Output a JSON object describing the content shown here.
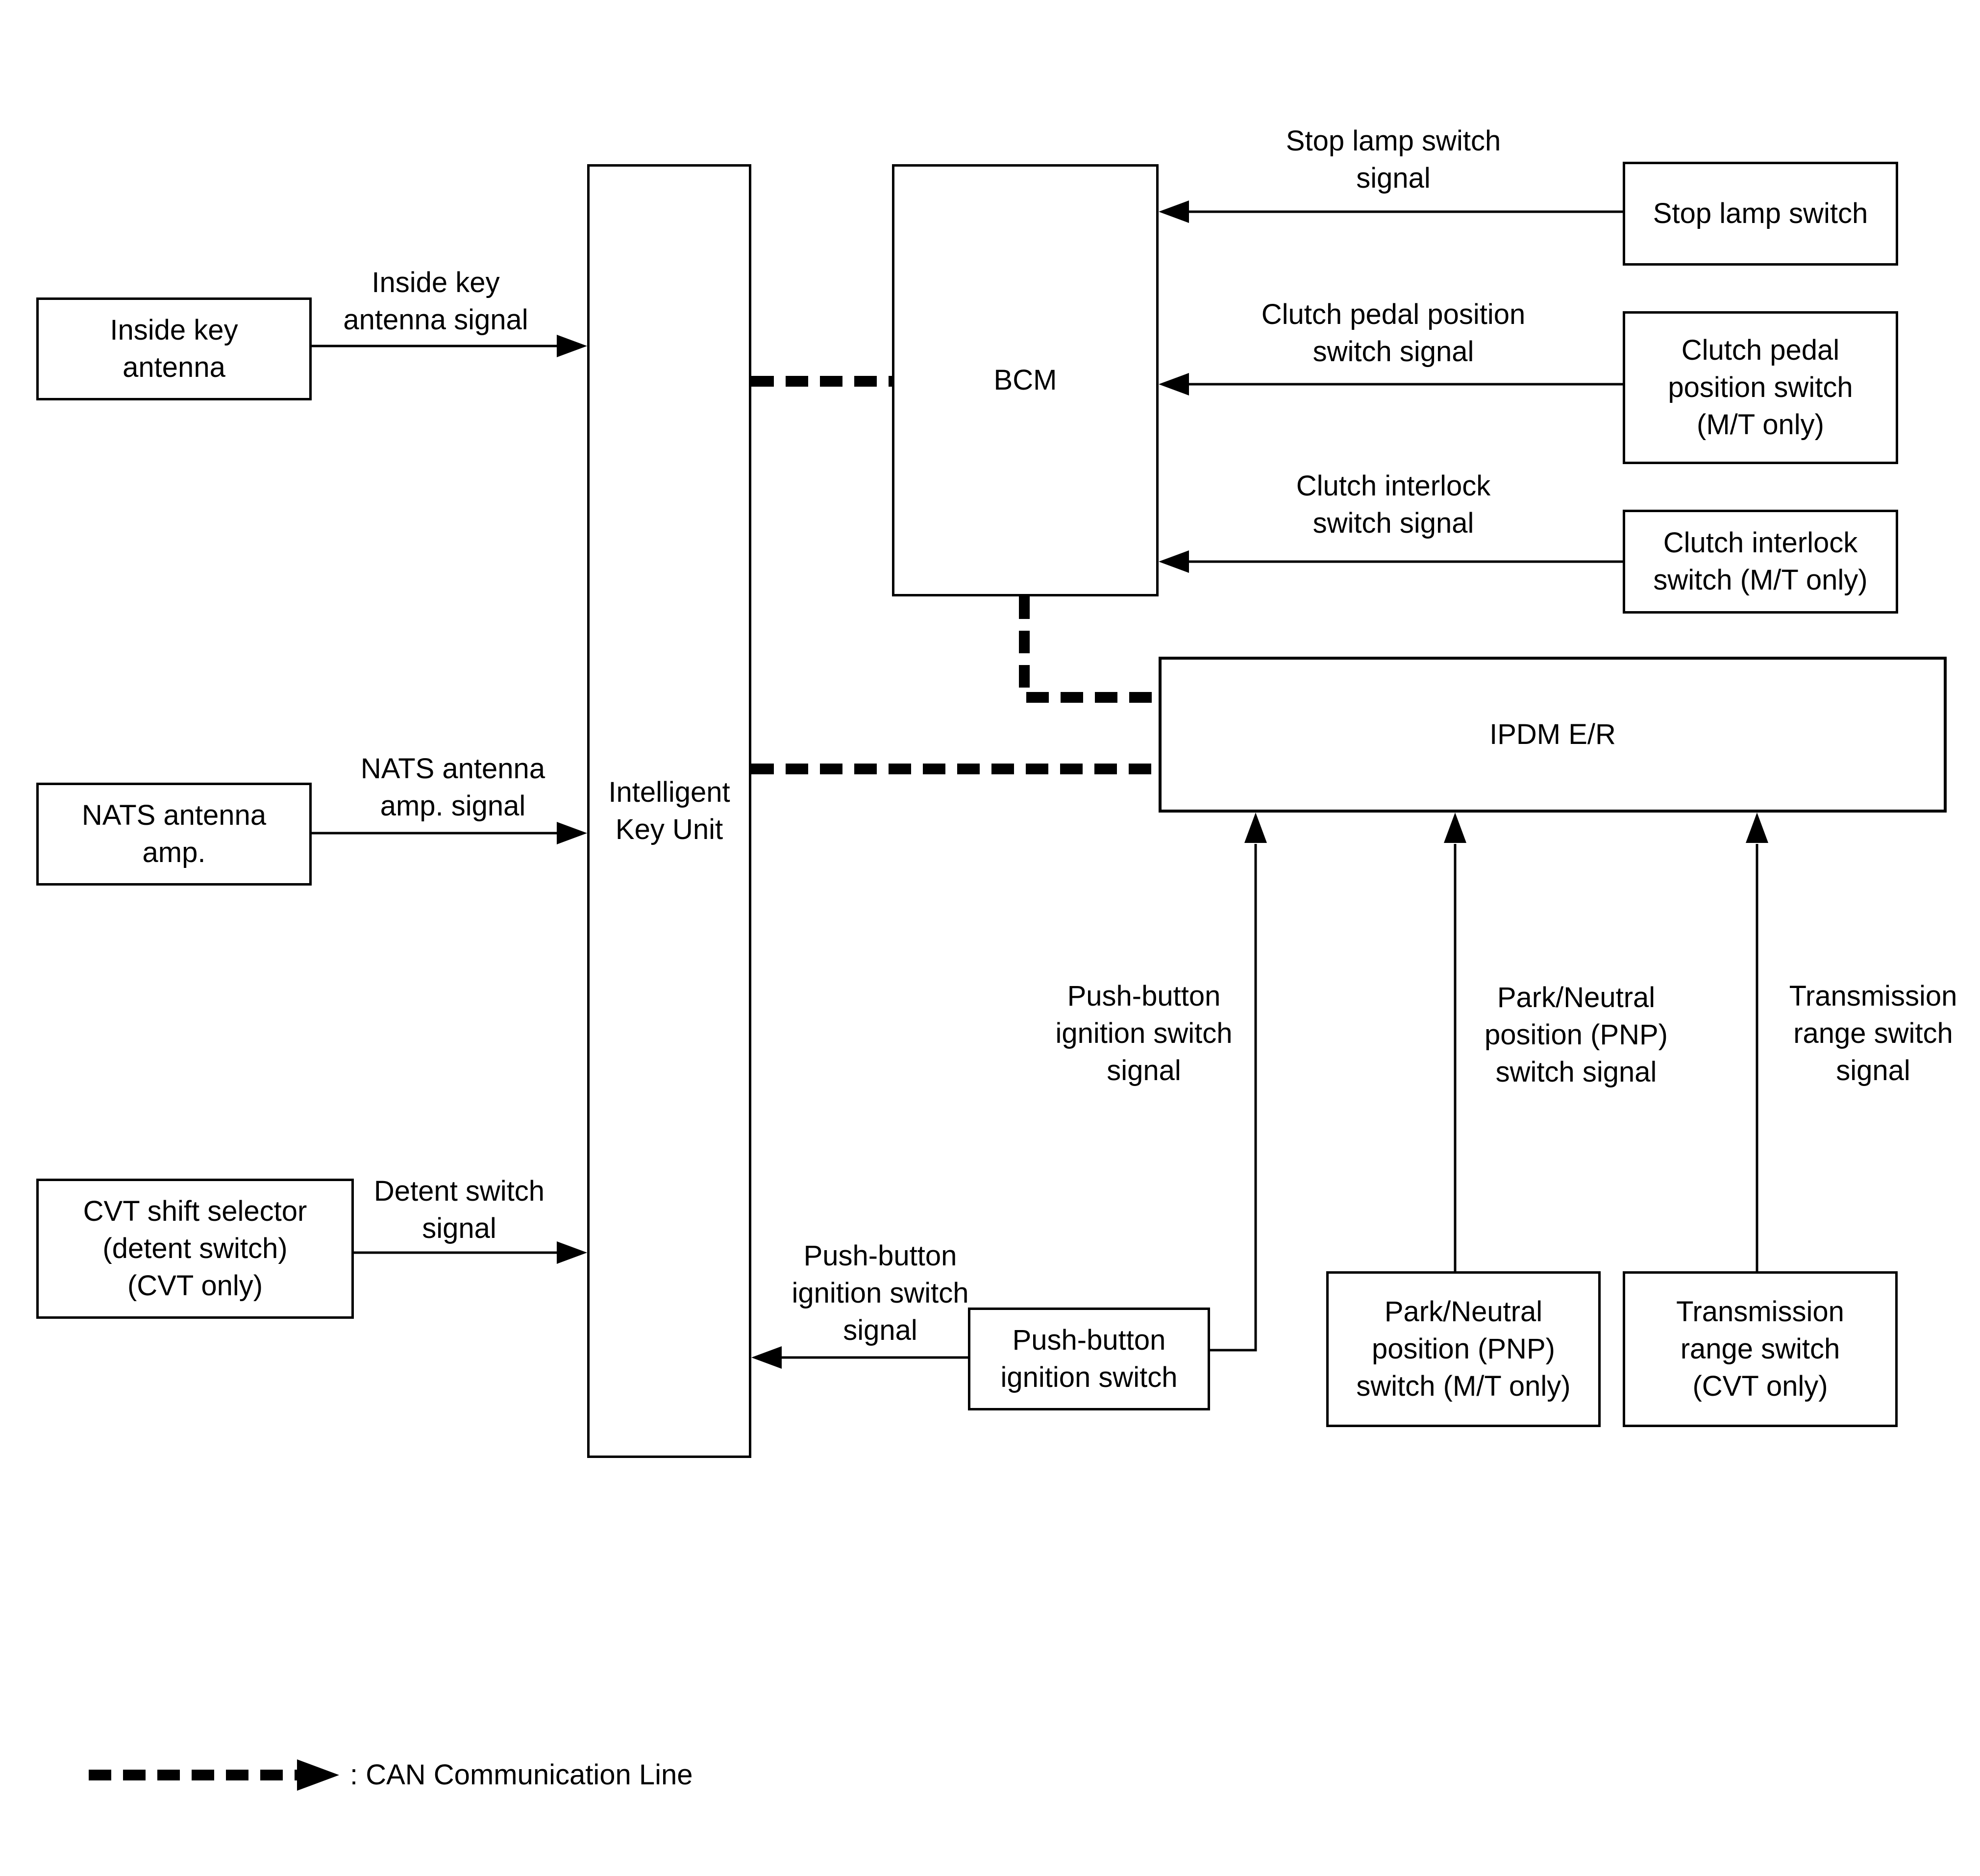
{
  "diagram": {
    "title_hint": "Intelligent Key system block diagram",
    "colors": {
      "line": "#000000",
      "background": "#ffffff"
    },
    "nodes": {
      "inside_key_antenna": {
        "label": "Inside key\nantenna"
      },
      "nats_antenna_amp": {
        "label": "NATS antenna\namp."
      },
      "cvt_shift_selector": {
        "label": "CVT shift selector\n(detent switch)\n(CVT only)"
      },
      "intelligent_key_unit": {
        "label": "Intelligent\nKey Unit"
      },
      "bcm": {
        "label": "BCM"
      },
      "ipdm_er": {
        "label": "IPDM E/R"
      },
      "stop_lamp_switch": {
        "label": "Stop lamp switch"
      },
      "clutch_pedal_position_switch": {
        "label": "Clutch pedal\nposition switch\n(M/T only)"
      },
      "clutch_interlock_switch": {
        "label": "Clutch interlock\nswitch (M/T only)"
      },
      "push_button_ignition_switch": {
        "label": "Push-button\nignition switch"
      },
      "pnp_switch": {
        "label": "Park/Neutral\nposition (PNP)\nswitch (M/T only)"
      },
      "transmission_range_switch": {
        "label": "Transmission\nrange switch\n(CVT only)"
      }
    },
    "signals": {
      "inside_key_antenna_signal": "Inside key\nantenna signal",
      "nats_antenna_amp_signal": "NATS antenna\namp. signal",
      "detent_switch_signal": "Detent switch\nsignal",
      "push_button_ignition_switch_signal_left": "Push-button\nignition switch\nsignal",
      "push_button_ignition_switch_signal_right": "Push-button\nignition switch\nsignal",
      "stop_lamp_switch_signal": "Stop lamp switch\nsignal",
      "clutch_pedal_position_switch_signal": "Clutch pedal position\nswitch signal",
      "clutch_interlock_switch_signal": "Clutch interlock\nswitch signal",
      "pnp_switch_signal": "Park/Neutral\nposition (PNP)\nswitch signal",
      "transmission_range_switch_signal": "Transmission\nrange switch\nsignal"
    },
    "legend": {
      "can_line_label": ": CAN Communication Line"
    }
  }
}
